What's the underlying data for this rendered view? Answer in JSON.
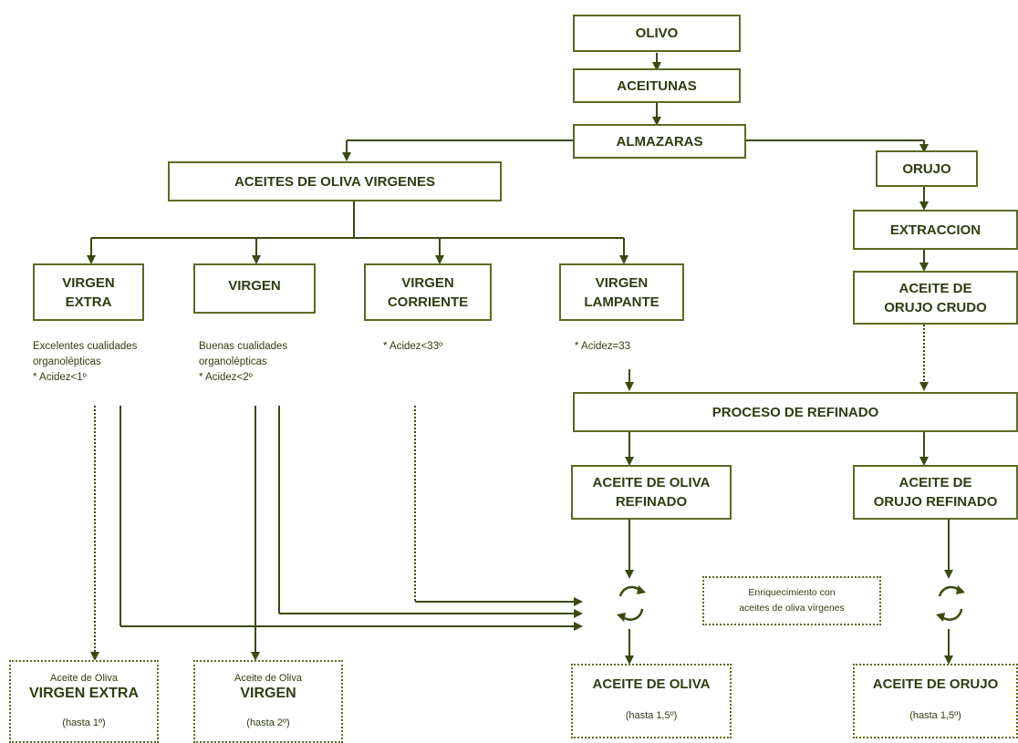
{
  "nodes": {
    "olivo": "OLIVO",
    "aceitunas": "ACEITUNAS",
    "almazaras": "ALMAZARAS",
    "aceites_virgenes": "ACEITES DE OLIVA VIRGENES",
    "orujo": "ORUJO",
    "extraccion": "EXTRACCION",
    "aceite_orujo_crudo": [
      "ACEITE DE",
      "ORUJO CRUDO"
    ],
    "virgen_extra": [
      "VIRGEN",
      "EXTRA"
    ],
    "virgen": "VIRGEN",
    "virgen_corriente": [
      "VIRGEN",
      "CORRIENTE"
    ],
    "virgen_lampante": [
      "VIRGEN",
      "LAMPANTE"
    ],
    "proceso_refinado": "PROCESO DE REFINADO",
    "aceite_oliva_refinado": [
      "ACEITE DE OLIVA",
      "REFINADO"
    ],
    "aceite_orujo_refinado": [
      "ACEITE DE",
      "ORUJO REFINADO"
    ],
    "enriquecimiento": [
      "Enriquecimiento con",
      "aceites de oliva vírgenes"
    ]
  },
  "notes": {
    "virgen_extra": [
      "Excelentes cualidades",
      "organolépticas",
      "* Acidez<1º"
    ],
    "virgen": [
      "Buenas cualidades",
      "organolépticas",
      "* Acidez<2º"
    ],
    "virgen_corriente": "* Acidez<33º",
    "virgen_lampante": "* Acidez=33"
  },
  "products": {
    "virgen_extra": {
      "line1": "Aceite de Oliva",
      "line2": "VIRGEN EXTRA",
      "line3": "(hasta 1º)"
    },
    "virgen": {
      "line1": "Aceite de Oliva",
      "line2": "VIRGEN",
      "line3": "(hasta 2º)"
    },
    "aceite_oliva": {
      "line1": "ACEITE DE OLIVA",
      "line2": "(hasta 1,5º)"
    },
    "aceite_orujo": {
      "line1": "ACEITE DE ORUJO",
      "line2": "(hasta 1,5º)"
    }
  },
  "colors": {
    "stroke": "#5a6b22",
    "text": "#2f3d12"
  },
  "icons": [
    "arrow-down-icon",
    "arrow-right-icon",
    "recycle-icon"
  ]
}
